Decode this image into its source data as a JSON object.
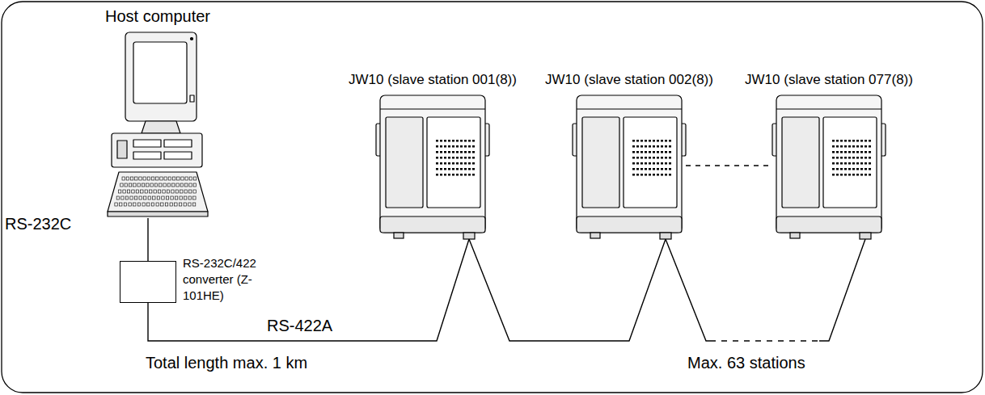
{
  "diagram": {
    "nodes": [
      {
        "text": [
          "Host computer"
        ]
      },
      {
        "text": [
          "RS-232C/422 converter (Z-101HE)"
        ]
      },
      {
        "text": [
          "JW10 (slave station 001(8))"
        ]
      },
      {
        "text": [
          "JW10 (slave station 002(8))"
        ]
      },
      {
        "text": [
          "JW10 (slave station 077(8))"
        ]
      }
    ],
    "edges": [
      {
        "from": 0,
        "to": 1,
        "arrow": "none",
        "label": "RS-232C"
      },
      {
        "from": 1,
        "to": 2,
        "arrow": "none",
        "label": "RS-422A"
      },
      {
        "from": 2,
        "to": 3,
        "arrow": "none"
      },
      {
        "from": 3,
        "to": 4,
        "arrow": "none"
      }
    ],
    "labels": [
      "Total length max. 1 km",
      "Max. 63 stations"
    ]
  }
}
